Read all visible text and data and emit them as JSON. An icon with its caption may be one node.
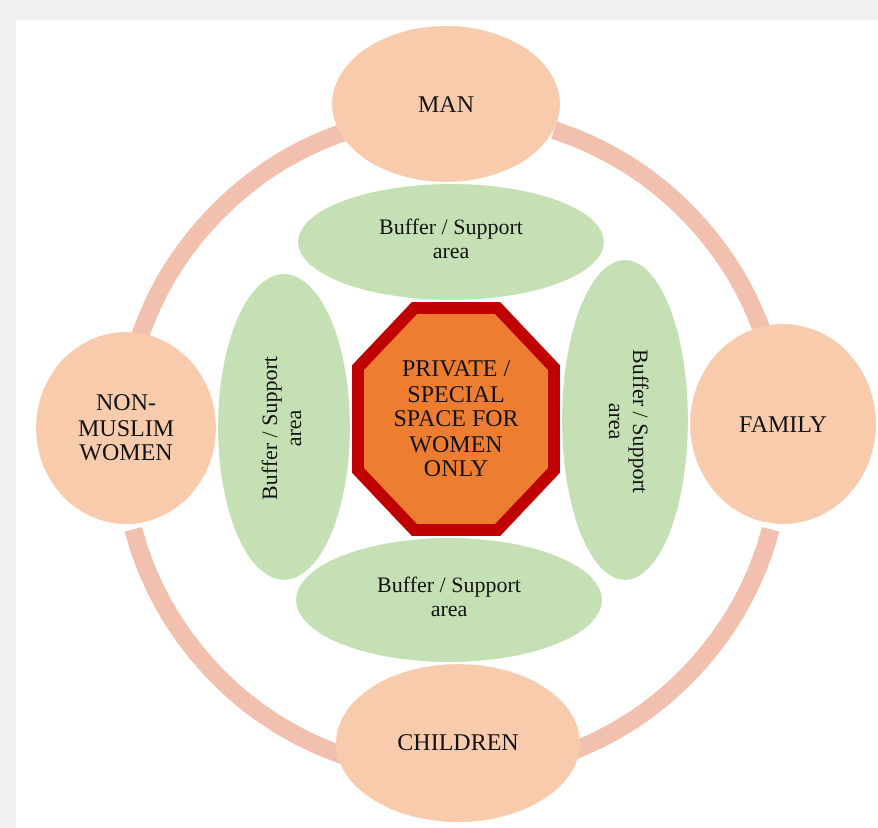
{
  "diagram": {
    "nodes": [
      {
        "text": [
          "MAN"
        ]
      },
      {
        "text": [
          "Buffer / Support area"
        ]
      },
      {
        "text": [
          "NON-MUSLIM WOMEN"
        ]
      },
      {
        "text": [
          "Buffer / Support area"
        ]
      },
      {
        "text": [
          "PRIVATE / SPECIAL SPACE FOR WOMEN ONLY"
        ]
      },
      {
        "text": [
          "Buffer / Support area"
        ]
      },
      {
        "text": [
          "FAMILY"
        ]
      },
      {
        "text": [
          "Buffer / Support area"
        ]
      },
      {
        "text": [
          "CHILDREN"
        ]
      }
    ],
    "edges": [
      {
        "from": 0,
        "to": 6,
        "arrow": "none"
      },
      {
        "from": 6,
        "to": 8,
        "arrow": "none"
      },
      {
        "from": 8,
        "to": 2,
        "arrow": "none"
      },
      {
        "from": 2,
        "to": 0,
        "arrow": "none"
      }
    ]
  }
}
